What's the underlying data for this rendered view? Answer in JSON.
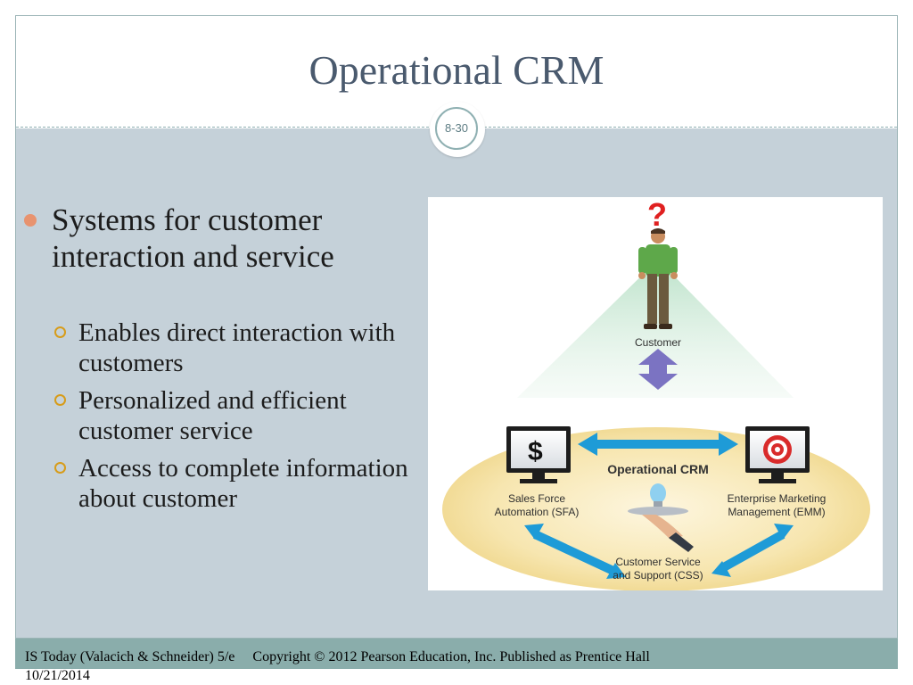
{
  "slide": {
    "title": "Operational CRM",
    "number": "8-30"
  },
  "bullets": {
    "main": "Systems for customer interaction and service",
    "sub": [
      "Enables direct interaction with customers",
      "Personalized and efficient customer service",
      "Access to complete information about customer"
    ]
  },
  "diagram": {
    "question_mark": "?",
    "customer_label": "Customer",
    "center_label": "Operational CRM",
    "sfa_label_line1": "Sales Force",
    "sfa_label_line2": "Automation (SFA)",
    "emm_label_line1": "Enterprise Marketing",
    "emm_label_line2": "Management (EMM)",
    "css_label_line1": "Customer Service",
    "css_label_line2": "and Support (CSS)",
    "dollar_symbol": "$"
  },
  "footer": {
    "source": "IS Today (Valacich & Schneider) 5/e",
    "copyright": "Copyright © 2012 Pearson Education, Inc. Published as Prentice Hall",
    "date": "10/21/2014"
  },
  "colors": {
    "slide_bg": "#c5d1d9",
    "title": "#4a5a6e",
    "footer_bar": "#8aadab",
    "main_bullet": "#e8936f",
    "sub_bullet": "#d79c1a",
    "arrow_blue": "#1e9bd7",
    "arrow_purple": "#7b73c2",
    "ellipse": "#f6e3a6"
  }
}
